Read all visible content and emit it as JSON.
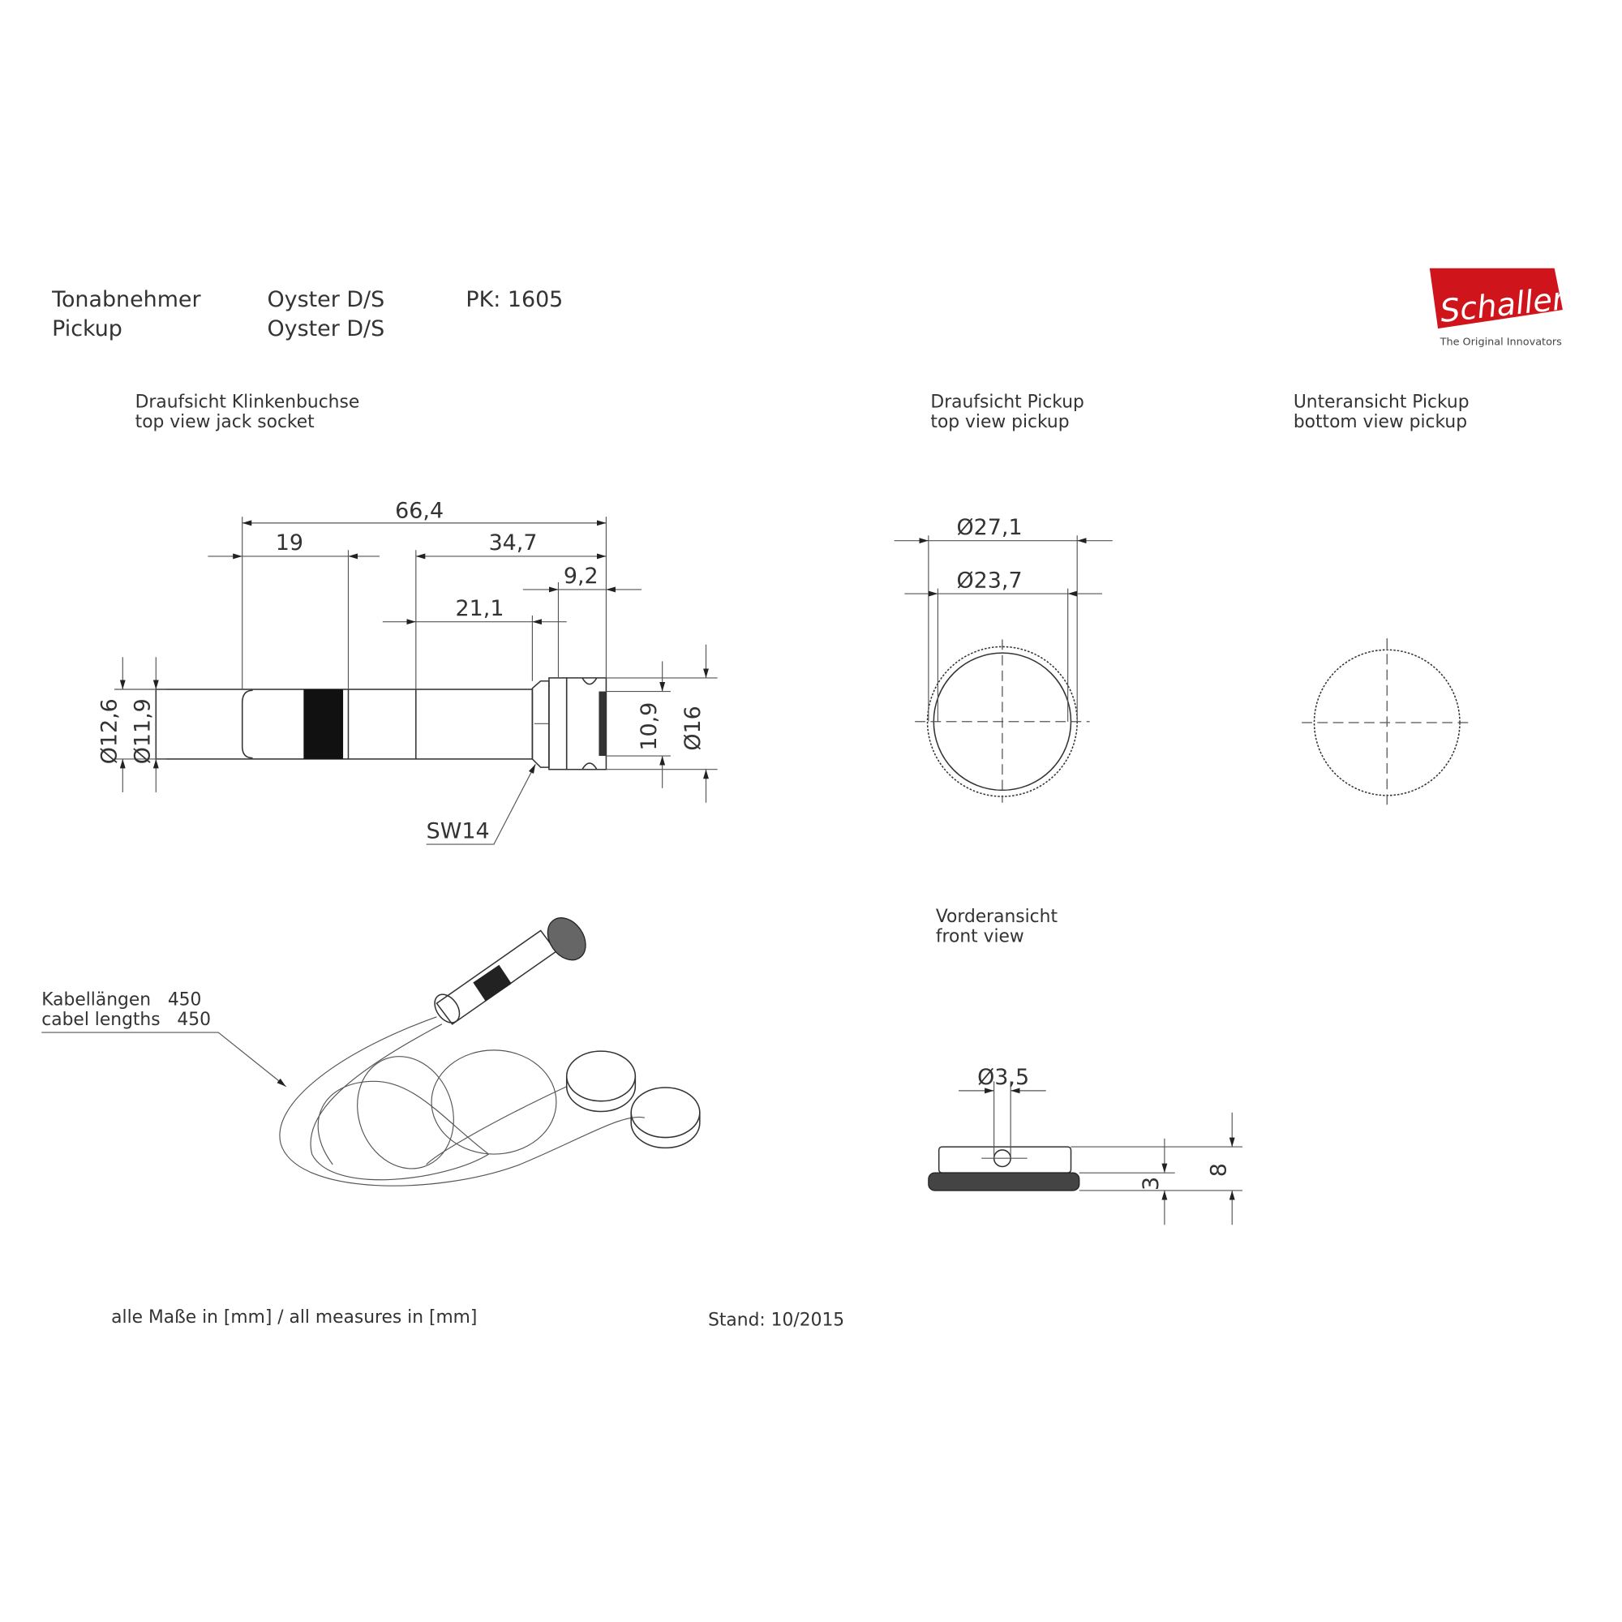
{
  "header": {
    "type_de": "Tonabnehmer",
    "type_en": "Pickup",
    "model_de": "Oyster D/S",
    "model_en": "Oyster D/S",
    "pk": "PK: 1605"
  },
  "logo": {
    "brand": "Schaller",
    "tagline": "The Original Innovators",
    "color": "#d0141b"
  },
  "views": {
    "jack_de": "Draufsicht Klinkenbuchse",
    "jack_en": "top view jack socket",
    "top_de": "Draufsicht Pickup",
    "top_en": "top view pickup",
    "bottom_de": "Unteransicht Pickup",
    "bottom_en": "bottom view pickup",
    "front_de": "Vorderansicht",
    "front_en": "front view"
  },
  "jack_dims": {
    "total": "66,4",
    "a": "19",
    "b": "34,7",
    "c": "9,2",
    "d": "21,1",
    "dia1": "Ø12,6",
    "dia2": "Ø11,9",
    "h": "10,9",
    "dia3": "Ø16",
    "wrench": "SW14"
  },
  "pickup_dims": {
    "outer": "Ø27,1",
    "inner": "Ø23,7",
    "hole": "Ø3,5",
    "h1": "3",
    "h2": "8"
  },
  "cable": {
    "de": "Kabellängen   450",
    "en": "cabel lengths   450"
  },
  "footer": {
    "units": "alle Maße in [mm] / all measures in [mm]",
    "date": "Stand: 10/2015"
  }
}
